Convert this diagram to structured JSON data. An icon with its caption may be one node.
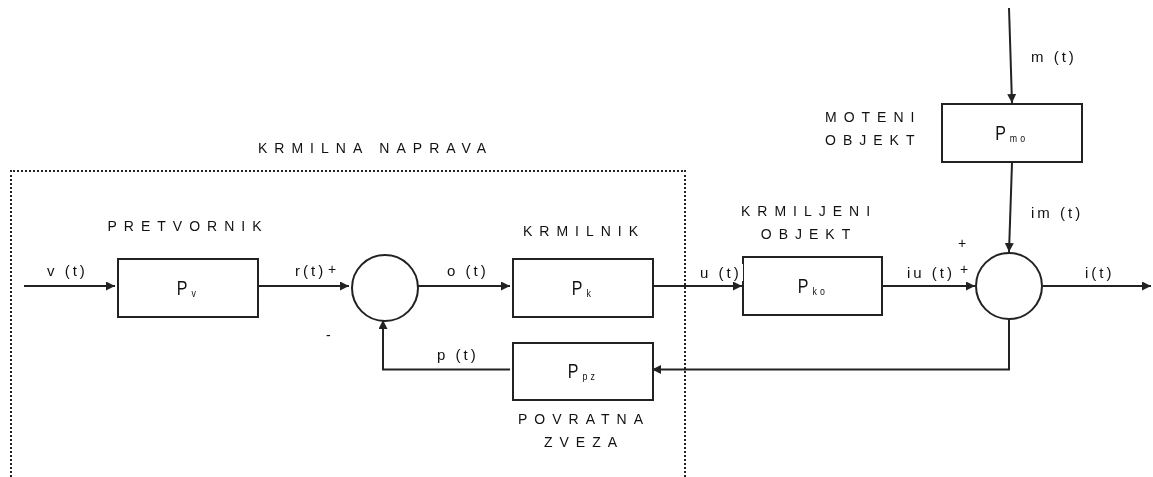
{
  "diagram": {
    "nodes": [
      {
        "text": [
          "KRMILNA NAPRAVA"
        ]
      },
      {
        "text": [
          "P$_{v}$"
        ],
        "in": 0,
        "beside": [
          "PRETVORNIK"
        ]
      },
      {
        "text": [],
        "shape": "circle",
        "in": 0
      },
      {
        "text": [
          "P$_{k}$"
        ],
        "in": 0,
        "beside": [
          "KRMILNIK"
        ]
      },
      {
        "text": [
          "P$_{pz}$"
        ],
        "in": 0,
        "beside": [
          "POVRATNA ZVEZA"
        ]
      },
      {
        "text": [
          "P$_{ko}$"
        ],
        "beside": [
          "KRMILJENI OBJEKT"
        ]
      },
      {
        "text": [
          "P$_{mo}$"
        ],
        "beside": [
          "MOTENI OBJEKT"
        ]
      },
      {
        "text": [],
        "shape": "circle"
      }
    ],
    "edges": [
      {
        "from": null,
        "to": 1,
        "arrow": "to",
        "label": "v (t)"
      },
      {
        "from": 1,
        "to": 2,
        "arrow": "to",
        "label": "r(t)"
      },
      {
        "from": 2,
        "to": 3,
        "arrow": "to",
        "label": "o (t)"
      },
      {
        "from": 3,
        "to": 5,
        "arrow": "to",
        "label": "u (t)"
      },
      {
        "from": 5,
        "to": 7,
        "arrow": "to",
        "label": "iu (t)"
      },
      {
        "from": 6,
        "to": 7,
        "arrow": "to",
        "label": "im (t)"
      },
      {
        "from": null,
        "to": 6,
        "arrow": "to",
        "label": "m (t)"
      },
      {
        "from": 7,
        "to": null,
        "arrow": "to",
        "label": "i(t)"
      },
      {
        "from": 7,
        "to": 4,
        "arrow": "to"
      },
      {
        "from": 4,
        "to": 2,
        "arrow": "to",
        "label": "p (t)"
      }
    ],
    "labels": [
      "+",
      "+",
      "+",
      "-"
    ]
  }
}
